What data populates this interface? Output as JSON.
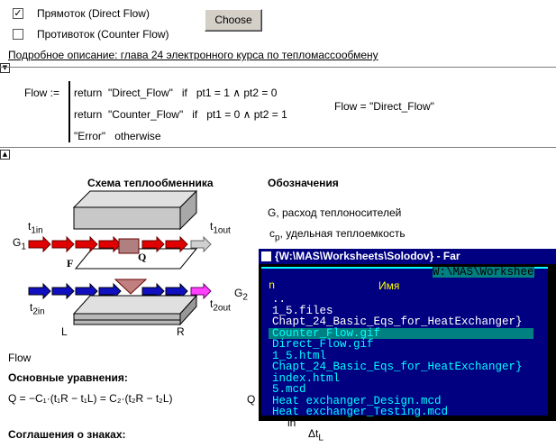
{
  "options": {
    "direct_flow": {
      "label": "Прямоток (Direct Flow)",
      "checked": true
    },
    "counter_flow": {
      "label": "Противоток (Counter Flow)",
      "checked": false
    },
    "choose_button": "Choose"
  },
  "description_link": "Подробное описание: глава 24 электронного курса по тепломассообмену",
  "flow_def": {
    "lhs": "Flow :=",
    "row1": "return  \"Direct_Flow\"   if   pt1 = 1 ∧ pt2 = 0",
    "row2": "return  \"Counter_Flow\"   if   pt1 = 0 ∧ pt2 = 1",
    "row3": "\"Error\"   otherwise",
    "result": "Flow = \"Direct_Flow\""
  },
  "diagram": {
    "title": "Схема теплообменника",
    "t1in": "t",
    "t1in_sub": "1in",
    "t1out": "t",
    "t1out_sub": "1out",
    "g1": "G",
    "g1_sub": "1",
    "f": "F",
    "q": "Q",
    "t2in": "t",
    "t2in_sub": "2in",
    "t2out": "t",
    "t2out_sub": "2out",
    "g2": "G",
    "g2_sub": "2",
    "l": "L",
    "r": "R"
  },
  "notation": {
    "title": "Обозначения",
    "g_line": "G, расход теплоносителей",
    "cp_sym": "c",
    "cp_sub": "p",
    "cp_line": ", удельная теплоемкость"
  },
  "flow_label": "Flow",
  "basic_eq": {
    "title": "Основные уравнения:",
    "equation": "Q = −C₁·(t₁R − t₁L) = C₂·(t₂R − t₂L)",
    "q_partial": "Q :",
    "ln_partial": "ln",
    "dt_partial": "Δt",
    "dt_sub": "L"
  },
  "sign_title": "Соглашения о знаках:",
  "far": {
    "title": "{W:\\MAS\\Worksheets\\Solodov} - Far",
    "path": "W:\\MAS\\Workshee",
    "col_n": "n",
    "col_name": "Имя",
    "items": [
      "..",
      "1_5.files",
      "Chapt_24_Basic_Eqs_for_HeatExchanger}",
      "Counter_Flow.gif",
      "Direct_Flow.gif",
      "1_5.html",
      "Chapt_24_Basic_Eqs_for_HeatExchanger}",
      "index.html",
      "5.mcd",
      "Heat exchanger_Design.mcd",
      "Heat exchanger_Testing.mcd"
    ],
    "selected_index": 3,
    "colors": {
      "panel": "#000080",
      "text": "#00ffff",
      "white_text": "#ffffff",
      "cursor": "#008080",
      "header_yellow": "#ffff00"
    }
  }
}
